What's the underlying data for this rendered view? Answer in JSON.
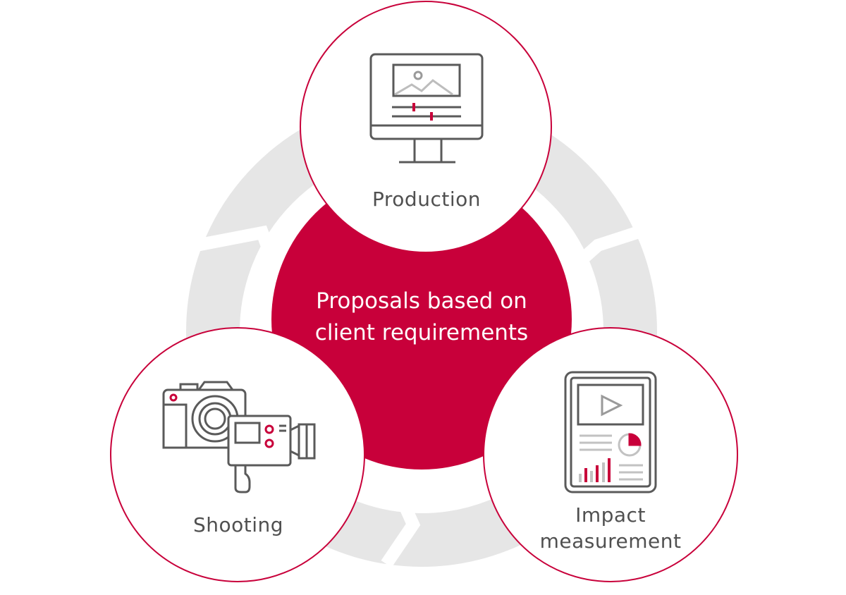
{
  "center": {
    "line1": "Proposals based on",
    "line2": "client requirements"
  },
  "nodes": {
    "production": {
      "label": "Production",
      "icon": "monitor-icon"
    },
    "shooting": {
      "label": "Shooting",
      "icon": "camera-icon"
    },
    "impact": {
      "line1": "Impact",
      "line2": "measurement",
      "icon": "report-tablet-icon"
    }
  },
  "colors": {
    "accent": "#c8003a",
    "ring": "#e6e6e6",
    "outline": "#5a5a5a",
    "muted": "#c2c2c2",
    "text": "#505050"
  }
}
